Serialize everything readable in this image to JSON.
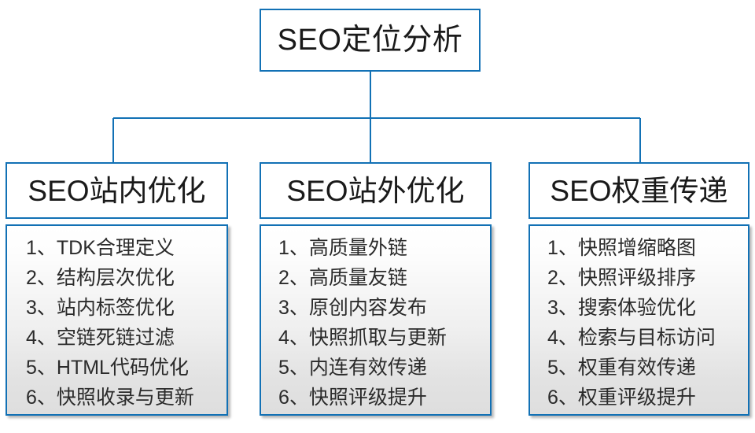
{
  "chart_data": {
    "type": "diagram",
    "diagram_type": "tree-hierarchy",
    "title": "SEO定位分析",
    "root": "SEO定位分析",
    "branches": [
      {
        "header": "SEO站内优化",
        "items": [
          "1、TDK合理定义",
          "2、结构层次优化",
          "3、站内标签优化",
          "4、空链死链过滤",
          "5、HTML代码优化",
          "6、快照收录与更新"
        ]
      },
      {
        "header": "SEO站外优化",
        "items": [
          "1、高质量外链",
          "2、高质量友链",
          "3、原创内容发布",
          "4、快照抓取与更新",
          "5、内连有效传递",
          "6、快照评级提升"
        ]
      },
      {
        "header": "SEO权重传递",
        "items": [
          "1、快照增缩略图",
          "2、快照评级排序",
          "3、搜索体验优化",
          "4、检索与目标访问",
          "5、权重有效传递",
          "6、权重评级提升"
        ]
      }
    ]
  },
  "root": {
    "label": "SEO定位分析"
  },
  "columns": [
    {
      "header": "SEO站内优化",
      "items": [
        "1、TDK合理定义",
        "2、结构层次优化",
        "3、站内标签优化",
        "4、空链死链过滤",
        "5、HTML代码优化",
        "6、快照收录与更新"
      ]
    },
    {
      "header": "SEO站外优化",
      "items": [
        "1、高质量外链",
        "2、高质量友链",
        "3、原创内容发布",
        "4、快照抓取与更新",
        "5、内连有效传递",
        "6、快照评级提升"
      ]
    },
    {
      "header": "SEO权重传递",
      "items": [
        "1、快照增缩略图",
        "2、快照评级排序",
        "3、搜索体验优化",
        "4、检索与目标访问",
        "5、权重有效传递",
        "6、权重评级提升"
      ]
    }
  ],
  "colors": {
    "border": "#1271b5",
    "text": "#1a1a1a",
    "item_text": "#2b2b2b",
    "background": "#ffffff",
    "list_fill_top": "#ffffff",
    "list_fill_bottom": "#dedede"
  }
}
